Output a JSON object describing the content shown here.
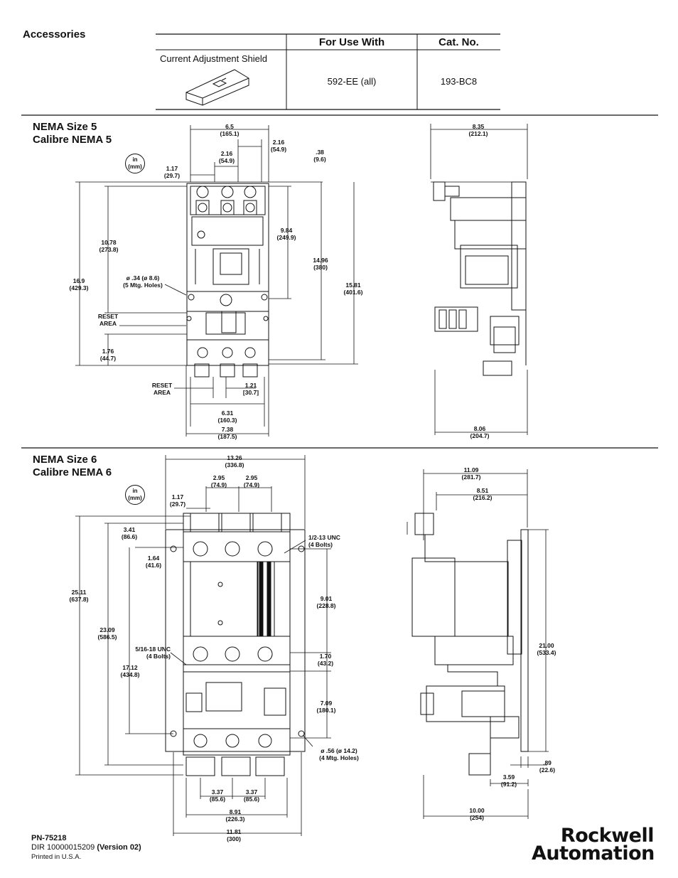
{
  "accessories": {
    "heading": "Accessories",
    "columns": [
      "",
      "For Use With",
      "Cat. No."
    ],
    "row": {
      "item": "Current Adjustment Shield",
      "for_use_with": "592-EE (all)",
      "cat_no": "193-BC8"
    }
  },
  "size5": {
    "title_en": "NEMA Size 5",
    "title_fr": "Calibre NEMA 5",
    "unit_a": "in",
    "unit_b": "(mm)",
    "dims": {
      "d1": [
        "6.5",
        "(165.1)"
      ],
      "d2": [
        "2.16",
        "(54.9)"
      ],
      "d3": [
        "2.16",
        "(54.9)"
      ],
      "d4": [
        ".38",
        "(9.6)"
      ],
      "d5": [
        "1.17",
        "(29.7)"
      ],
      "d6": [
        "10.78",
        "(273.8)"
      ],
      "d7": [
        "9.84",
        "(249.9)"
      ],
      "d8": [
        "14.96",
        "(380)"
      ],
      "d9": [
        "15.81",
        "(401.6)"
      ],
      "d10": [
        "16.9",
        "(429.3)"
      ],
      "d11": [
        "1.76",
        "(44.7)"
      ],
      "d12": [
        "1.21",
        "[30.7]"
      ],
      "d13": [
        "6.31",
        "(160.3)"
      ],
      "d14": [
        "7.38",
        "(187.5)"
      ],
      "d15": [
        "8.35",
        "(212.1)"
      ],
      "d16": [
        "8.06",
        "(204.7)"
      ]
    },
    "holes": [
      "ø .34 (ø 8.6)",
      "(5 Mtg. Holes)"
    ],
    "reset1": [
      "RESET",
      "AREA"
    ],
    "reset2": [
      "RESET",
      "AREA"
    ]
  },
  "size6": {
    "title_en": "NEMA Size 6",
    "title_fr": "Calibre NEMA 6",
    "unit_a": "in",
    "unit_b": "(mm)",
    "dims": {
      "e1": [
        "13.26",
        "(336.8)"
      ],
      "e2": [
        "2.95",
        "(74.9)"
      ],
      "e3": [
        "2.95",
        "(74.9)"
      ],
      "e4": [
        "1.17",
        "(29.7)"
      ],
      "e5": [
        "3.41",
        "(86.6)"
      ],
      "e6": [
        "1.64",
        "(41.6)"
      ],
      "e7": [
        "25.11",
        "(637.8)"
      ],
      "e8": [
        "23.09",
        "(586.5)"
      ],
      "e9": [
        "17.12",
        "(434.8)"
      ],
      "e10": [
        "9.01",
        "(228.8)"
      ],
      "e11": [
        "1.70",
        "(43.2)"
      ],
      "e12": [
        "7.09",
        "(180.1)"
      ],
      "e13": [
        "3.37",
        "(85.6)"
      ],
      "e14": [
        "3.37",
        "(85.6)"
      ],
      "e15": [
        "8.91",
        "(226.3)"
      ],
      "e16": [
        "11.81",
        "(300)"
      ],
      "e17": [
        "11.09",
        "(281.7)"
      ],
      "e18": [
        "8.51",
        "(216.2)"
      ],
      "e19": [
        "21.00",
        "(533.4)"
      ],
      "e20": [
        ".89",
        "(22.6)"
      ],
      "e21": [
        "3.59",
        "(91.2)"
      ],
      "e22": [
        "10.00",
        "(254)"
      ]
    },
    "bolts1": [
      "1/2-13 UNC",
      "(4 Bolts)"
    ],
    "bolts2": [
      "5/16-18 UNC",
      "(4 Bolts)"
    ],
    "holes": [
      "ø .56 (ø 14.2)",
      "(4 Mtg. Holes)"
    ]
  },
  "footer": {
    "pn": "PN-75218",
    "dir": "DIR 10000015209",
    "version": "(Version 02)",
    "printed": "Printed in U.S.A.",
    "logo_line1": "Rockwell",
    "logo_line2": "Automation"
  }
}
